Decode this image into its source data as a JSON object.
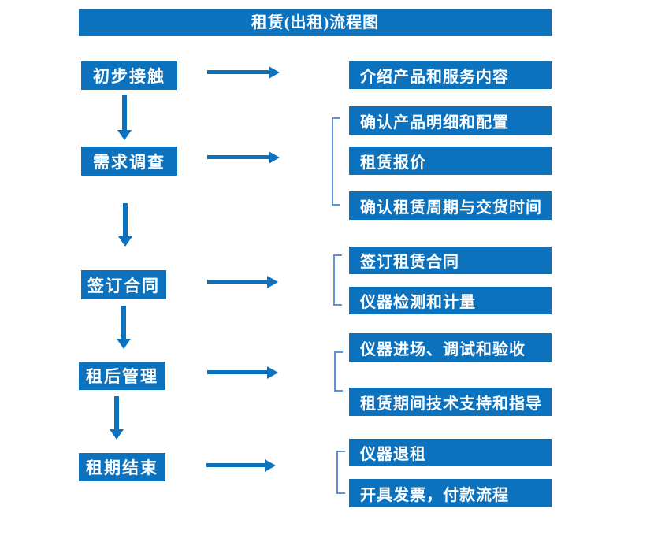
{
  "colors": {
    "accent": "#0D72BE",
    "bracket": "#5E94D4",
    "box_text": "#FFFFFF",
    "background": "#FFFFFF"
  },
  "icons": {
    "down_arrow": "css-triangle-down",
    "right_arrow": "css-triangle-right",
    "group_bracket": "css-left-square-bracket"
  },
  "flow": {
    "title": "租赁(出租)流程图",
    "rows": [
      {
        "stage": "初步接触",
        "steps": [
          "介绍产品和服务内容"
        ]
      },
      {
        "stage": "需求调查",
        "steps": [
          "确认产品明细和配置",
          "租赁报价",
          "确认租赁周期与交货时间"
        ]
      },
      {
        "stage": "签订合同",
        "steps": [
          "签订租赁合同",
          "仪器检测和计量"
        ]
      },
      {
        "stage": "租后管理",
        "steps": [
          "仪器进场、调试和验收",
          "租赁期间技术支持和指导"
        ]
      },
      {
        "stage": "租期结束",
        "steps": [
          "仪器退租",
          "开具发票，付款流程"
        ]
      }
    ]
  }
}
